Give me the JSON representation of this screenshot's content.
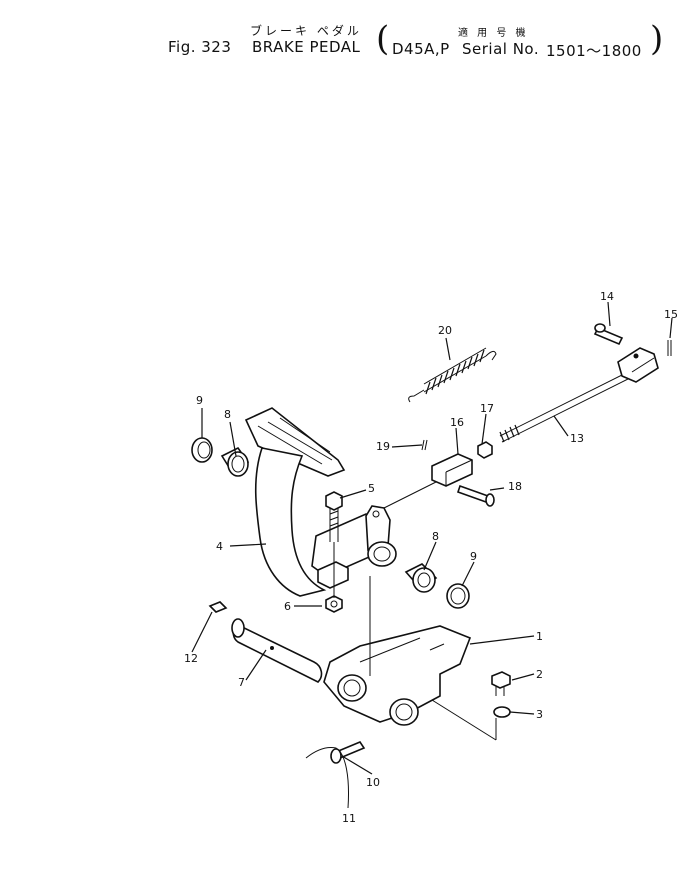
{
  "header": {
    "jp_title": "ブレーキ ペダル",
    "jp_applicable": "適 用 号 機",
    "fig": "Fig. 323",
    "title": "BRAKE PEDAL",
    "model": "D45A,P",
    "serial_label": "Serial No.",
    "serial_range": "1501～1800"
  },
  "callouts": [
    "1",
    "2",
    "3",
    "4",
    "5",
    "6",
    "7",
    "8",
    "8",
    "9",
    "9",
    "10",
    "11",
    "12",
    "13",
    "14",
    "15",
    "16",
    "17",
    "18",
    "19",
    "20"
  ]
}
